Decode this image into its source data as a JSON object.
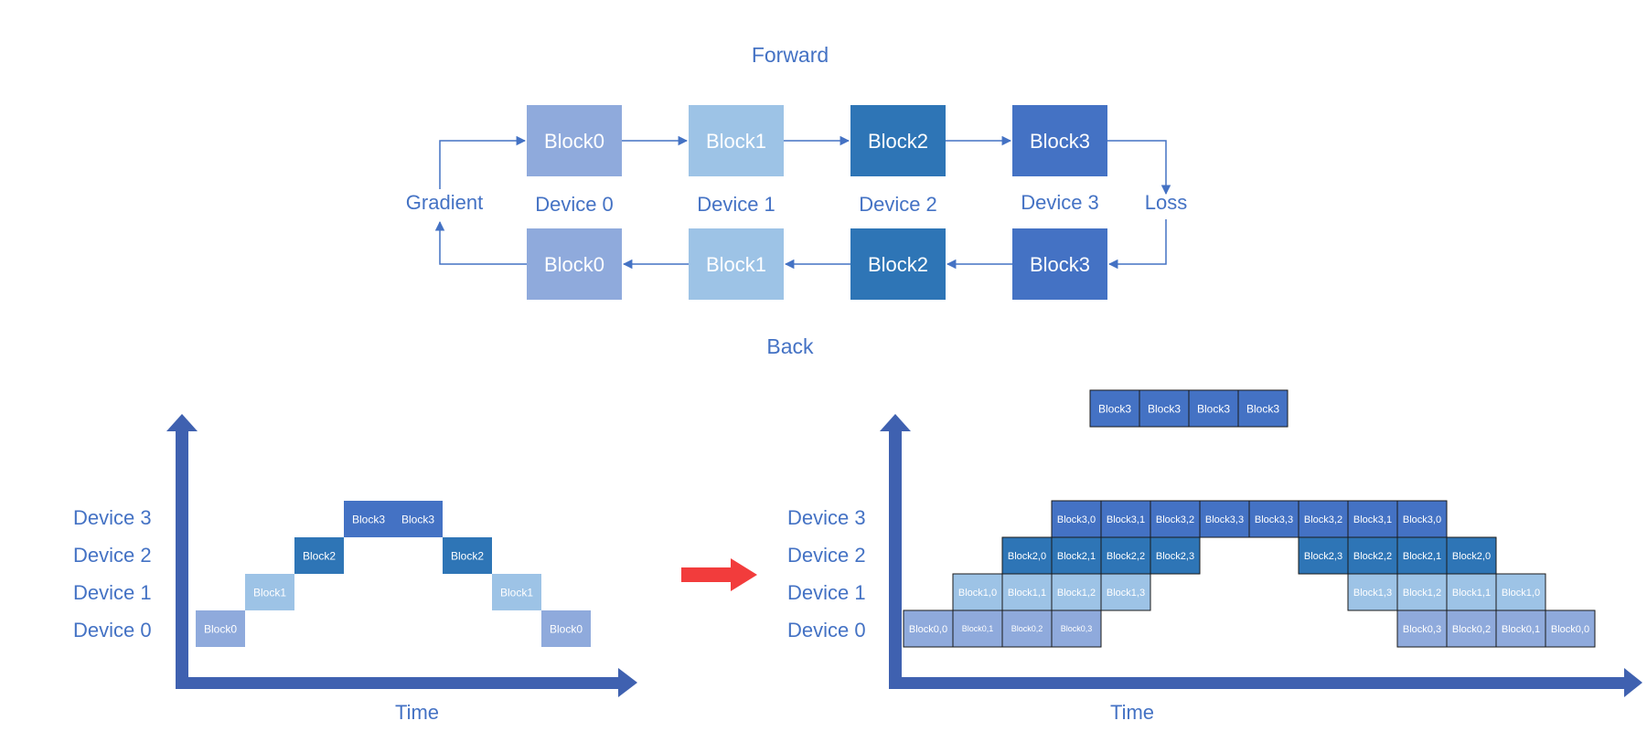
{
  "colors": {
    "block0": "#8faadc",
    "block1": "#9dc3e6",
    "block2": "#2e75b6",
    "block3": "#4472c4",
    "text": "#4472c4",
    "axis": "#3f61b0",
    "big_arrow": "#f23c3c",
    "line": "#4472c4"
  },
  "top": {
    "forward_label": "Forward",
    "back_label": "Back",
    "gradient_label": "Gradient",
    "loss_label": "Loss",
    "forward_blocks": [
      "Block0",
      "Block1",
      "Block2",
      "Block3"
    ],
    "back_blocks": [
      "Block0",
      "Block1",
      "Block2",
      "Block3"
    ],
    "device_labels": [
      "Device 0",
      "Device 1",
      "Device 2",
      "Device 3"
    ]
  },
  "left_chart": {
    "device_labels": [
      "Device 3",
      "Device 2",
      "Device 1",
      "Device 0"
    ],
    "time_label": "Time",
    "cells": [
      {
        "label": "Block0",
        "device": 0,
        "t": 0
      },
      {
        "label": "Block1",
        "device": 1,
        "t": 1
      },
      {
        "label": "Block2",
        "device": 2,
        "t": 2
      },
      {
        "label": "Block3",
        "device": 3,
        "t": 3
      },
      {
        "label": "Block3",
        "device": 3,
        "t": 4
      },
      {
        "label": "Block2",
        "device": 2,
        "t": 5
      },
      {
        "label": "Block1",
        "device": 1,
        "t": 6
      },
      {
        "label": "Block0",
        "device": 0,
        "t": 7
      }
    ]
  },
  "right_chart": {
    "device_labels": [
      "Device 3",
      "Device 2",
      "Device 1",
      "Device 0"
    ],
    "time_label": "Time",
    "floating_row": [
      "Block3",
      "Block3",
      "Block3",
      "Block3"
    ],
    "rows": [
      {
        "device": 3,
        "start": 3,
        "labels": [
          "Block3,0",
          "Block3,1",
          "Block3,2",
          "Block3,3",
          "Block3,3",
          "Block3,2",
          "Block3,1",
          "Block3,0"
        ]
      },
      {
        "device": 2,
        "start": 2,
        "labels": [
          "Block2,0",
          "Block2,1",
          "Block2,2",
          "Block2,3"
        ]
      },
      {
        "device": 2,
        "start": 8,
        "labels": [
          "Block2,3",
          "Block2,2",
          "Block2,1",
          "Block2,0"
        ]
      },
      {
        "device": 1,
        "start": 1,
        "labels": [
          "Block1,0",
          "Block1,1",
          "Block1,2",
          "Block1,3"
        ]
      },
      {
        "device": 1,
        "start": 9,
        "labels": [
          "Block1,3",
          "Block1,2",
          "Block1,1",
          "Block1,0"
        ]
      },
      {
        "device": 0,
        "start": 0,
        "labels": [
          "Block0,0",
          "Block0,1",
          "Block0,2",
          "Block0,3"
        ]
      },
      {
        "device": 0,
        "start": 10,
        "labels": [
          "Block0,3",
          "Block0,2",
          "Block0,1",
          "Block0,0"
        ]
      }
    ]
  }
}
